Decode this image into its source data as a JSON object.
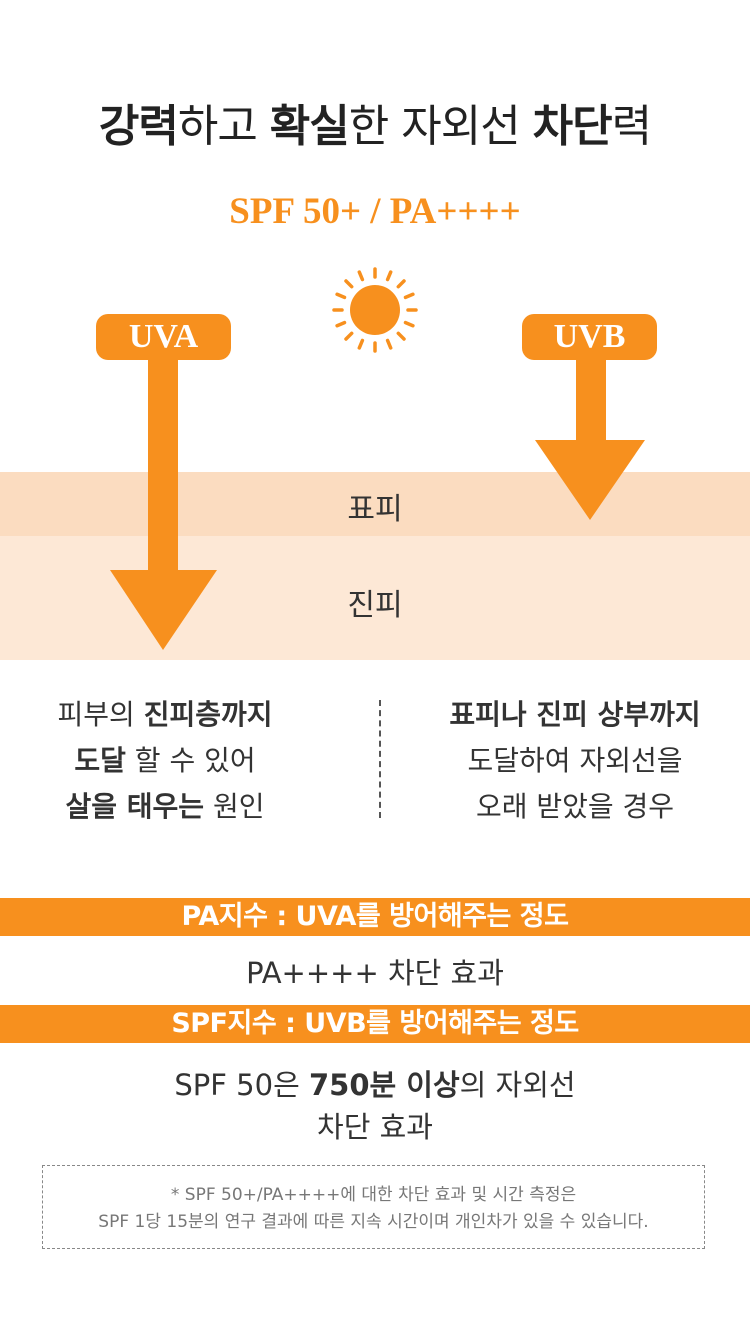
{
  "title": {
    "part1_bold": "강력",
    "part2": "하고 ",
    "part3_bold": "확실",
    "part4": "한 자외선 ",
    "part5_bold": "차단",
    "part6": "력"
  },
  "spf_pa_heading": "SPF 50+ / PA++++",
  "icons": {
    "sun": "sun-icon"
  },
  "colors": {
    "accent": "#f7901e",
    "epidermis": "#fbdcc0",
    "dermis": "#fde8d6"
  },
  "uva_badge": "UVA",
  "uvb_badge": "UVB",
  "layers": {
    "epidermis": "표피",
    "dermis": "진피"
  },
  "uva_desc": {
    "line1_a": "피부의 ",
    "line1_b": "진피층까지",
    "line2_a": "도달",
    "line2_b": " 할 수 있어",
    "line3_a": "살을 태우는",
    "line3_b": " 원인"
  },
  "uvb_desc": {
    "line1": "표피나 진피 상부까지",
    "line2": "도달하여 자외선을",
    "line3": "오래 받았을 경우"
  },
  "pa_band": "PA지수 : UVA를 방어해주는 정도",
  "pa_effect": "PA++++ 차단 효과",
  "spf_band": "SPF지수 : UVB를 방어해주는 정도",
  "spf_effect": {
    "a": "SPF 50은 ",
    "b": "750분 이상",
    "c": "의 자외선",
    "line2": "차단 효과"
  },
  "footnote": {
    "line1": "* SPF 50+/PA++++에 대한 차단 효과 및 시간 측정은",
    "line2": "SPF 1당 15분의 연구 결과에 따른 지속 시간이며 개인차가 있을 수 있습니다."
  }
}
